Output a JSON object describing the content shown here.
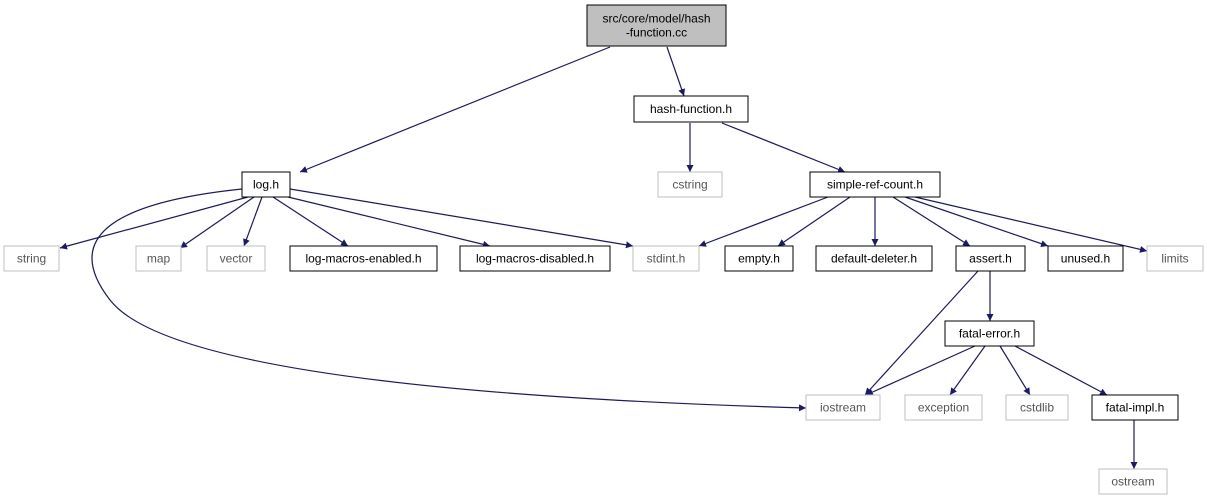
{
  "diagram": {
    "root": "src/core/model/hash-function.cc",
    "nodes": [
      {
        "id": "root",
        "lines": [
          "src/core/model/hash",
          "-function.cc"
        ],
        "kind": "root"
      },
      {
        "id": "hash_function_h",
        "lines": [
          "hash-function.h"
        ],
        "kind": "local"
      },
      {
        "id": "log_h",
        "lines": [
          "log.h"
        ],
        "kind": "local"
      },
      {
        "id": "cstring",
        "lines": [
          "cstring"
        ],
        "kind": "external"
      },
      {
        "id": "simple_ref_count_h",
        "lines": [
          "simple-ref-count.h"
        ],
        "kind": "local"
      },
      {
        "id": "string",
        "lines": [
          "string"
        ],
        "kind": "external"
      },
      {
        "id": "map",
        "lines": [
          "map"
        ],
        "kind": "external"
      },
      {
        "id": "vector",
        "lines": [
          "vector"
        ],
        "kind": "external"
      },
      {
        "id": "log_macros_enabled_h",
        "lines": [
          "log-macros-enabled.h"
        ],
        "kind": "local"
      },
      {
        "id": "log_macros_disabled_h",
        "lines": [
          "log-macros-disabled.h"
        ],
        "kind": "local"
      },
      {
        "id": "stdint_h",
        "lines": [
          "stdint.h"
        ],
        "kind": "external"
      },
      {
        "id": "empty_h",
        "lines": [
          "empty.h"
        ],
        "kind": "local"
      },
      {
        "id": "default_deleter_h",
        "lines": [
          "default-deleter.h"
        ],
        "kind": "local"
      },
      {
        "id": "assert_h",
        "lines": [
          "assert.h"
        ],
        "kind": "local"
      },
      {
        "id": "unused_h",
        "lines": [
          "unused.h"
        ],
        "kind": "local"
      },
      {
        "id": "limits",
        "lines": [
          "limits"
        ],
        "kind": "external"
      },
      {
        "id": "fatal_error_h",
        "lines": [
          "fatal-error.h"
        ],
        "kind": "local"
      },
      {
        "id": "iostream",
        "lines": [
          "iostream"
        ],
        "kind": "external"
      },
      {
        "id": "exception",
        "lines": [
          "exception"
        ],
        "kind": "external"
      },
      {
        "id": "cstdlib",
        "lines": [
          "cstdlib"
        ],
        "kind": "external"
      },
      {
        "id": "fatal_impl_h",
        "lines": [
          "fatal-impl.h"
        ],
        "kind": "local"
      },
      {
        "id": "ostream",
        "lines": [
          "ostream"
        ],
        "kind": "external"
      }
    ],
    "edges": [
      [
        "root",
        "log_h"
      ],
      [
        "root",
        "hash_function_h"
      ],
      [
        "hash_function_h",
        "cstring"
      ],
      [
        "hash_function_h",
        "simple_ref_count_h"
      ],
      [
        "log_h",
        "string"
      ],
      [
        "log_h",
        "map"
      ],
      [
        "log_h",
        "vector"
      ],
      [
        "log_h",
        "log_macros_enabled_h"
      ],
      [
        "log_h",
        "log_macros_disabled_h"
      ],
      [
        "log_h",
        "stdint_h"
      ],
      [
        "log_h",
        "iostream"
      ],
      [
        "simple_ref_count_h",
        "stdint_h"
      ],
      [
        "simple_ref_count_h",
        "empty_h"
      ],
      [
        "simple_ref_count_h",
        "default_deleter_h"
      ],
      [
        "simple_ref_count_h",
        "assert_h"
      ],
      [
        "simple_ref_count_h",
        "unused_h"
      ],
      [
        "simple_ref_count_h",
        "limits"
      ],
      [
        "assert_h",
        "iostream"
      ],
      [
        "assert_h",
        "fatal_error_h"
      ],
      [
        "fatal_error_h",
        "iostream"
      ],
      [
        "fatal_error_h",
        "exception"
      ],
      [
        "fatal_error_h",
        "cstdlib"
      ],
      [
        "fatal_error_h",
        "fatal_impl_h"
      ],
      [
        "fatal_impl_h",
        "ostream"
      ]
    ],
    "colors": {
      "edge": "#191970",
      "root_fill": "#bfbfbf",
      "local_border": "#000000",
      "external_border": "#bfbfbf",
      "node_fill": "#ffffff"
    }
  }
}
